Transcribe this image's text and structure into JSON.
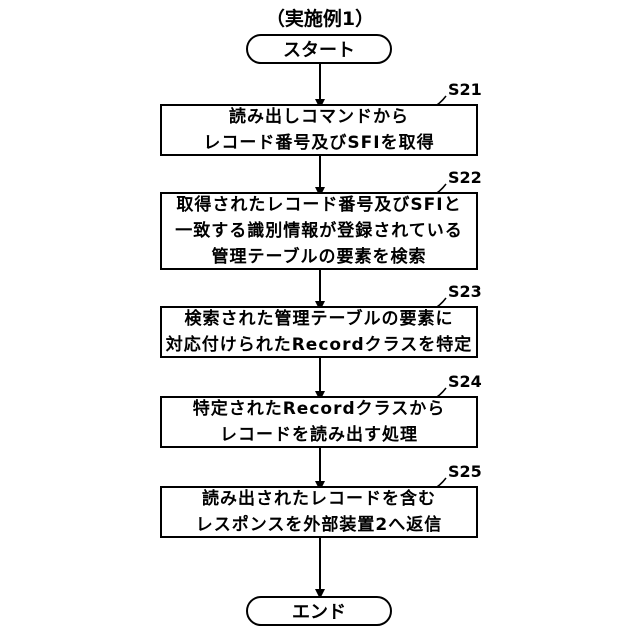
{
  "caption": "（実施例1）",
  "start_label": "スタート",
  "end_label": "エンド",
  "steps": [
    {
      "id": "S21",
      "lines": [
        "読み出しコマンドから",
        "レコード番号及びSFIを取得"
      ]
    },
    {
      "id": "S22",
      "lines": [
        "取得されたレコード番号及びSFIと",
        "一致する識別情報が登録されている",
        "管理テーブルの要素を検索"
      ]
    },
    {
      "id": "S23",
      "lines": [
        "検索された管理テーブルの要素に",
        "対応付けられたRecordクラスを特定"
      ]
    },
    {
      "id": "S24",
      "lines": [
        "特定されたRecordクラスから",
        "レコードを読み出す処理"
      ]
    },
    {
      "id": "S25",
      "lines": [
        "読み出されたレコードを含む",
        "レスポンスを外部装置2へ返信"
      ]
    }
  ]
}
